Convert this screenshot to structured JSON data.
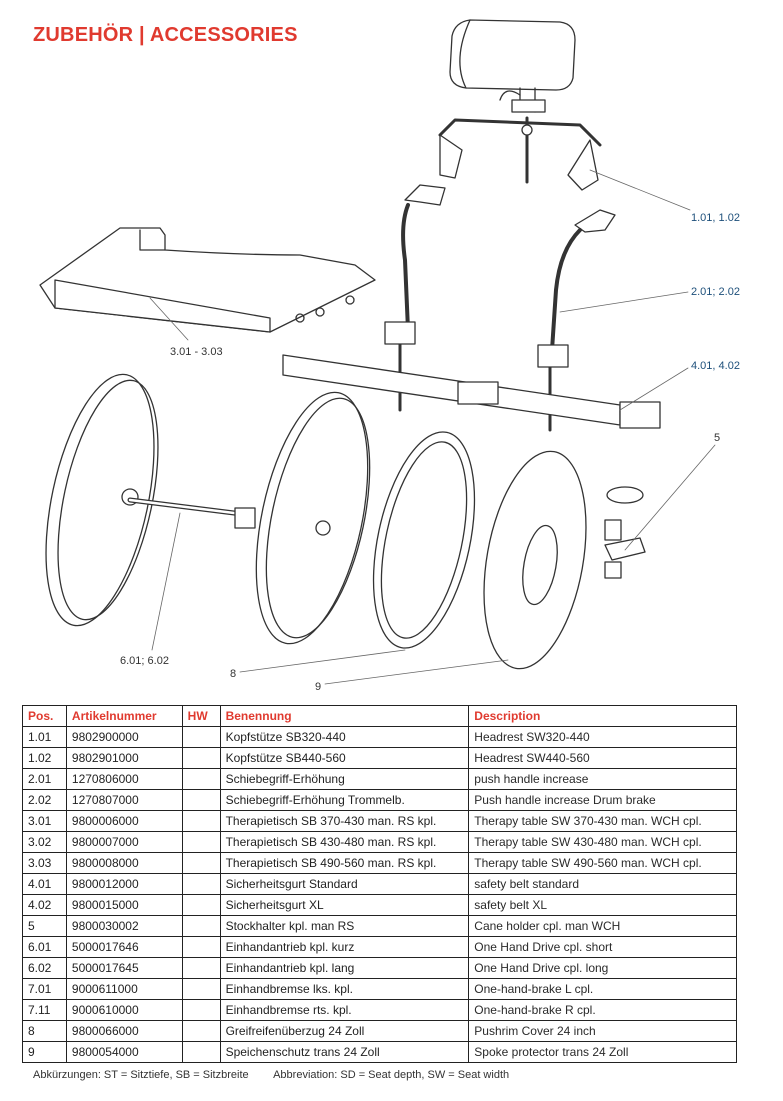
{
  "title": "ZUBEHÖR  |  ACCESSORIES",
  "callouts": {
    "headrest": "1.01, 1.02",
    "push_handle": "2.01; 2.02",
    "table": "3.01 - 3.03",
    "belt": "4.01, 4.02",
    "cane_holder": "5",
    "drive": "6.01; 6.02",
    "pushrim": "8",
    "spoke": "9"
  },
  "table": {
    "headers": [
      "Pos.",
      "Artikelnummer",
      "HW",
      "Benennung",
      "Description"
    ],
    "rows": [
      [
        "1.01",
        "9802900000",
        "",
        "Kopfstütze SB320-440",
        "Headrest SW320-440"
      ],
      [
        "1.02",
        "9802901000",
        "",
        "Kopfstütze SB440-560",
        "Headrest SW440-560"
      ],
      [
        "2.01",
        "1270806000",
        "",
        "Schiebegriff-Erhöhung",
        "push handle increase"
      ],
      [
        "2.02",
        "1270807000",
        "",
        "Schiebegriff-Erhöhung Trommelb.",
        "Push handle increase Drum brake"
      ],
      [
        "3.01",
        "9800006000",
        "",
        "Therapietisch SB 370-430 man. RS kpl.",
        "Therapy table SW 370-430 man. WCH cpl."
      ],
      [
        "3.02",
        "9800007000",
        "",
        "Therapietisch SB 430-480 man. RS kpl.",
        "Therapy table SW 430-480 man. WCH cpl."
      ],
      [
        "3.03",
        "9800008000",
        "",
        "Therapietisch SB 490-560 man. RS kpl.",
        "Therapy table SW 490-560 man. WCH cpl."
      ],
      [
        "4.01",
        "9800012000",
        "",
        "Sicherheitsgurt Standard",
        "safety belt standard"
      ],
      [
        "4.02",
        "9800015000",
        "",
        "Sicherheitsgurt XL",
        "safety belt XL"
      ],
      [
        "5",
        "9800030002",
        "",
        "Stockhalter kpl. man RS",
        "Cane holder cpl. man WCH"
      ],
      [
        "6.01",
        "5000017646",
        "",
        "Einhandantrieb kpl. kurz",
        "One Hand Drive cpl. short"
      ],
      [
        "6.02",
        "5000017645",
        "",
        "Einhandantrieb kpl. lang",
        "One Hand Drive cpl. long"
      ],
      [
        "7.01",
        "9000611000",
        "",
        "Einhandbremse lks. kpl.",
        "One-hand-brake L cpl."
      ],
      [
        "7.11",
        "9000610000",
        "",
        "Einhandbremse rts. kpl.",
        "One-hand-brake R cpl."
      ],
      [
        "8",
        "9800066000",
        "",
        "Greifreifenüberzug 24 Zoll",
        "Pushrim Cover 24 inch"
      ],
      [
        "9",
        "9800054000",
        "",
        "Speichenschutz trans 24 Zoll",
        "Spoke protector trans 24 Zoll"
      ]
    ]
  },
  "footnote": {
    "de": "Abkürzungen: ST = Sitztiefe, SB = Sitzbreite",
    "en": "Abbreviation: SD = Seat depth, SW = Seat width"
  }
}
